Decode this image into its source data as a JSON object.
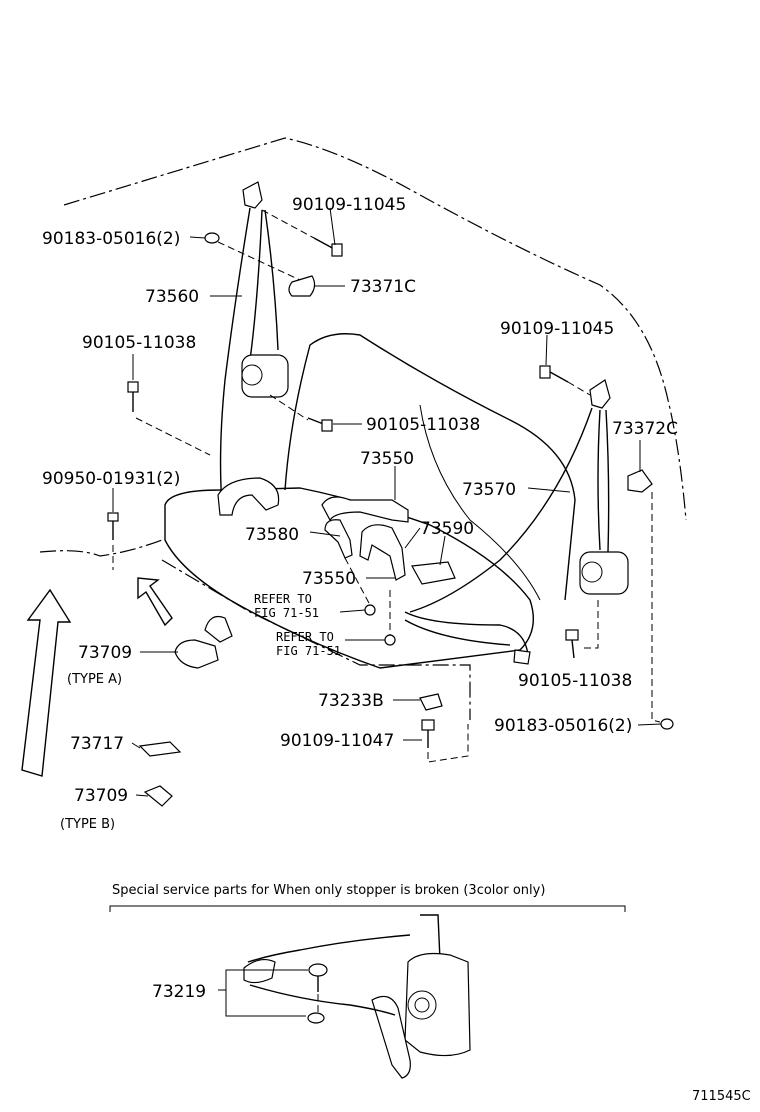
{
  "labels": {
    "p90183_top": "90183-05016(2)",
    "p90109_top": "90109-11045",
    "p73560": "73560",
    "p73371c": "73371C",
    "p90105_left": "90105-11038",
    "p90105_mid": "90105-11038",
    "p90109_right": "90109-11045",
    "p73372c": "73372C",
    "p90950": "90950-01931(2)",
    "p73550_top": "73550",
    "p73570": "73570",
    "p73580": "73580",
    "p73590": "73590",
    "p73550_mid": "73550",
    "refer1_a": "REFER TO",
    "refer1_b": "FIG 71-51",
    "refer2_a": "REFER TO",
    "refer2_b": "FIG 71-51",
    "p73709_a": "73709",
    "type_a": "(TYPE A)",
    "p90105_right": "90105-11038",
    "p73233b": "73233B",
    "p90109_bottom": "90109-11047",
    "p90183_right": "90183-05016(2)",
    "p73717": "73717",
    "p73709_b": "73709",
    "type_b": "(TYPE B)",
    "special_note": "Special service parts for When only stopper is broken (3color only)",
    "p73219": "73219",
    "fig_code": "711545C"
  }
}
